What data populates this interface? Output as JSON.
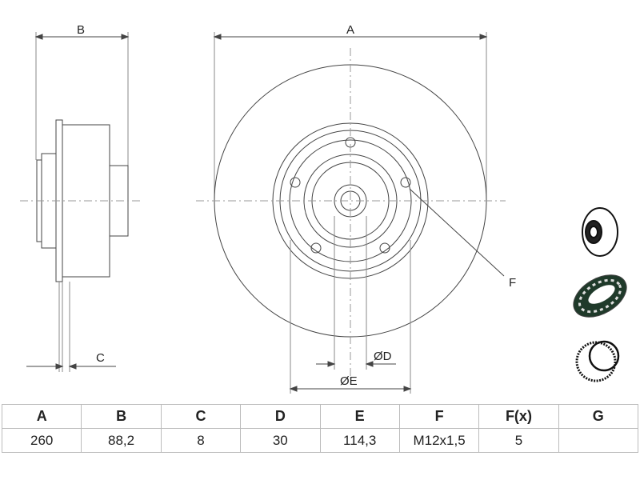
{
  "drawing": {
    "dimension_labels": {
      "A": "A",
      "B": "B",
      "C": "C",
      "D": "ØD",
      "E": "ØE",
      "F": "F"
    },
    "icons": [
      "brake-disc-icon",
      "wheel-bearing-icon",
      "abs-ring-icon"
    ],
    "line_color": "#444444"
  },
  "table": {
    "headers": [
      "A",
      "B",
      "C",
      "D",
      "E",
      "F",
      "F(x)",
      "G"
    ],
    "values": [
      "260",
      "88,2",
      "8",
      "30",
      "114,3",
      "M12x1,5",
      "5",
      ""
    ]
  }
}
